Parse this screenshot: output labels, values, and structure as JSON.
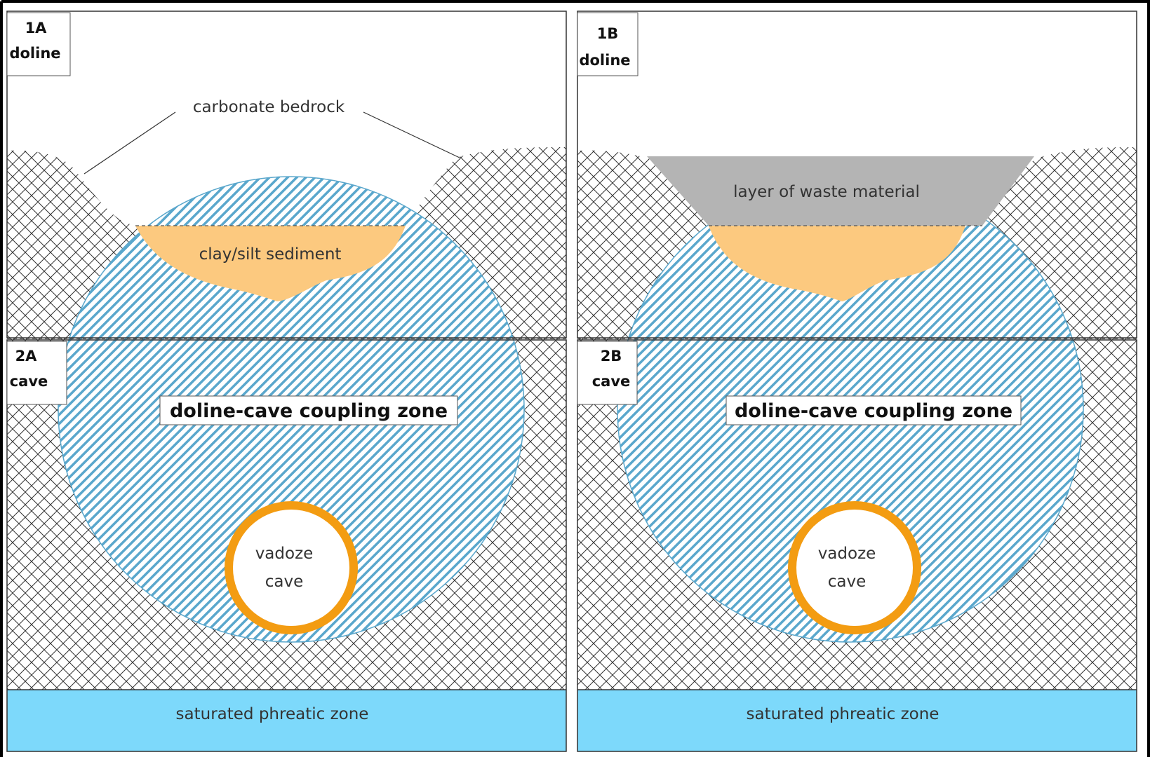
{
  "panels": {
    "a": {
      "doline_id": "1A",
      "doline_label": "doline",
      "cave_id": "2A",
      "cave_label": "cave",
      "bedrock_label": "carbonate bedrock",
      "sediment_label": "clay/silt sediment",
      "coupling_label": "doline-cave coupling zone",
      "cave_line1": "vadoze",
      "cave_line2": "cave",
      "phreatic_label": "saturated phreatic zone"
    },
    "b": {
      "doline_id": "1B",
      "doline_label": "doline",
      "cave_id": "2B",
      "cave_label": "cave",
      "waste_label": "layer of waste material",
      "coupling_label": "doline-cave coupling zone",
      "cave_line1": "vadoze",
      "cave_line2": "cave",
      "phreatic_label": "saturated phreatic zone"
    }
  },
  "colors": {
    "sediment": "#fcc97f",
    "waste": "#b4b4b4",
    "phreatic": "#7dd9fb",
    "coupling_hatch": "#5aa7cc",
    "cave_ring": "#f39c12",
    "bedrock_hatch": "#333333"
  }
}
